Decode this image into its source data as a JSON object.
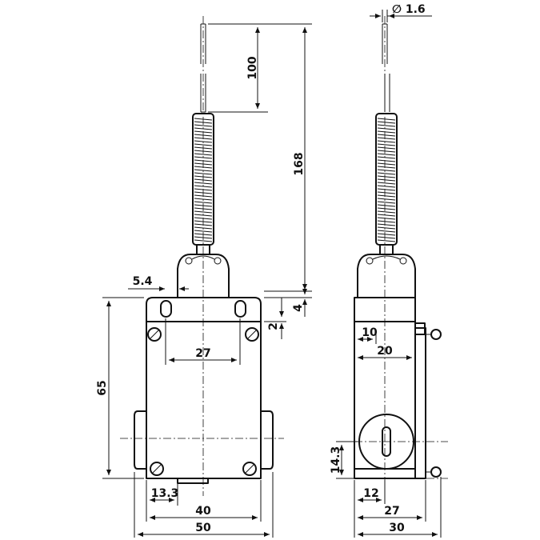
{
  "front_view": {
    "dims": {
      "wire_free_length": "100",
      "total_height": "168",
      "mount_hole_offset": "5.4",
      "top_step": "4",
      "flange_step": "2",
      "hole_spacing": "27",
      "body_height": "65",
      "bottom_offset": "13.3",
      "inner_width": "40",
      "overall_width": "50"
    }
  },
  "side_view": {
    "dims": {
      "wire_diameter": "∅ 1.6",
      "offset_10": "10",
      "width_20": "20",
      "shaft_height": "14.3",
      "offset_12": "12",
      "width_27": "27",
      "overall_width": "30"
    }
  }
}
